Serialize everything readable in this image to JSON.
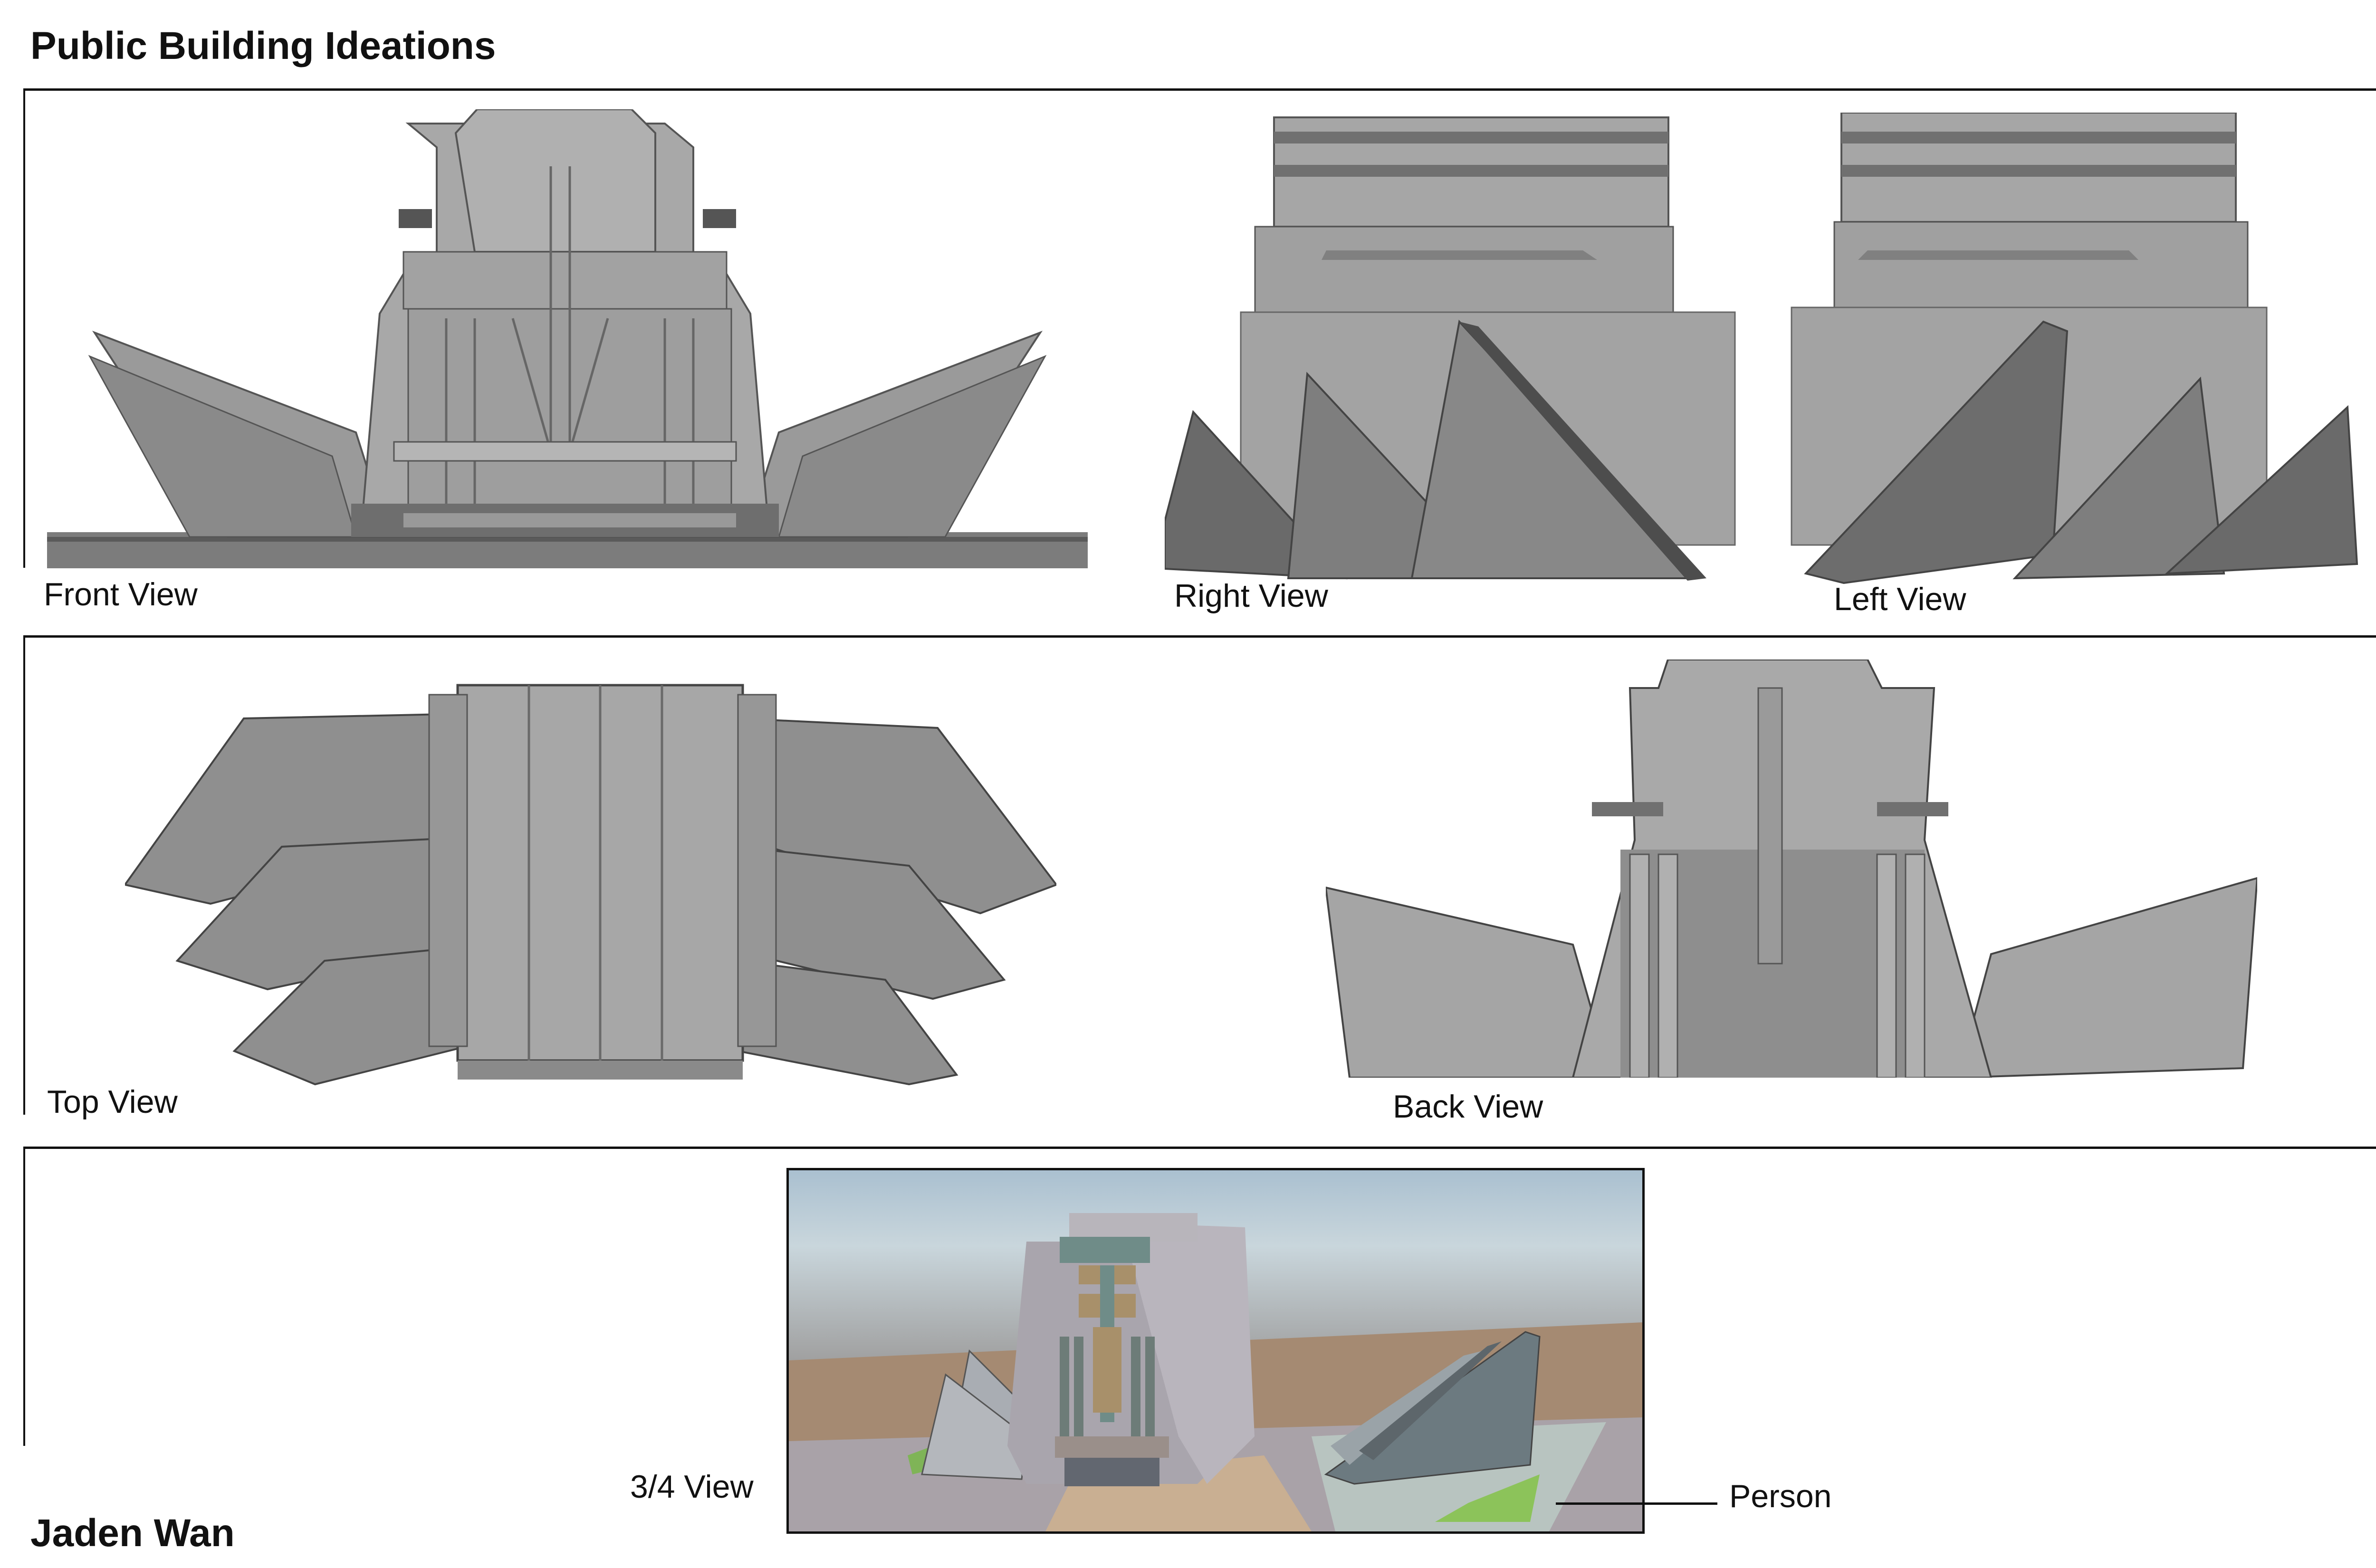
{
  "board": {
    "title": "Public Building Ideations",
    "author": "Jaden Wan"
  },
  "views": {
    "front": "Front View",
    "right": "Right View",
    "left": "Left View",
    "top": "Top View",
    "back": "Back View",
    "three_quarter": "3/4 View"
  },
  "annotations": {
    "person": "Person"
  },
  "colors": {
    "model_light": "#a9a9a9",
    "model_mid": "#8c8c8c",
    "model_dark": "#5e5e5e",
    "sky": "#b6c7d2",
    "ground": "#a58a72",
    "accent_teal": "#6f8c88",
    "accent_gold": "#a8906a",
    "grass": "#8cc35a"
  }
}
